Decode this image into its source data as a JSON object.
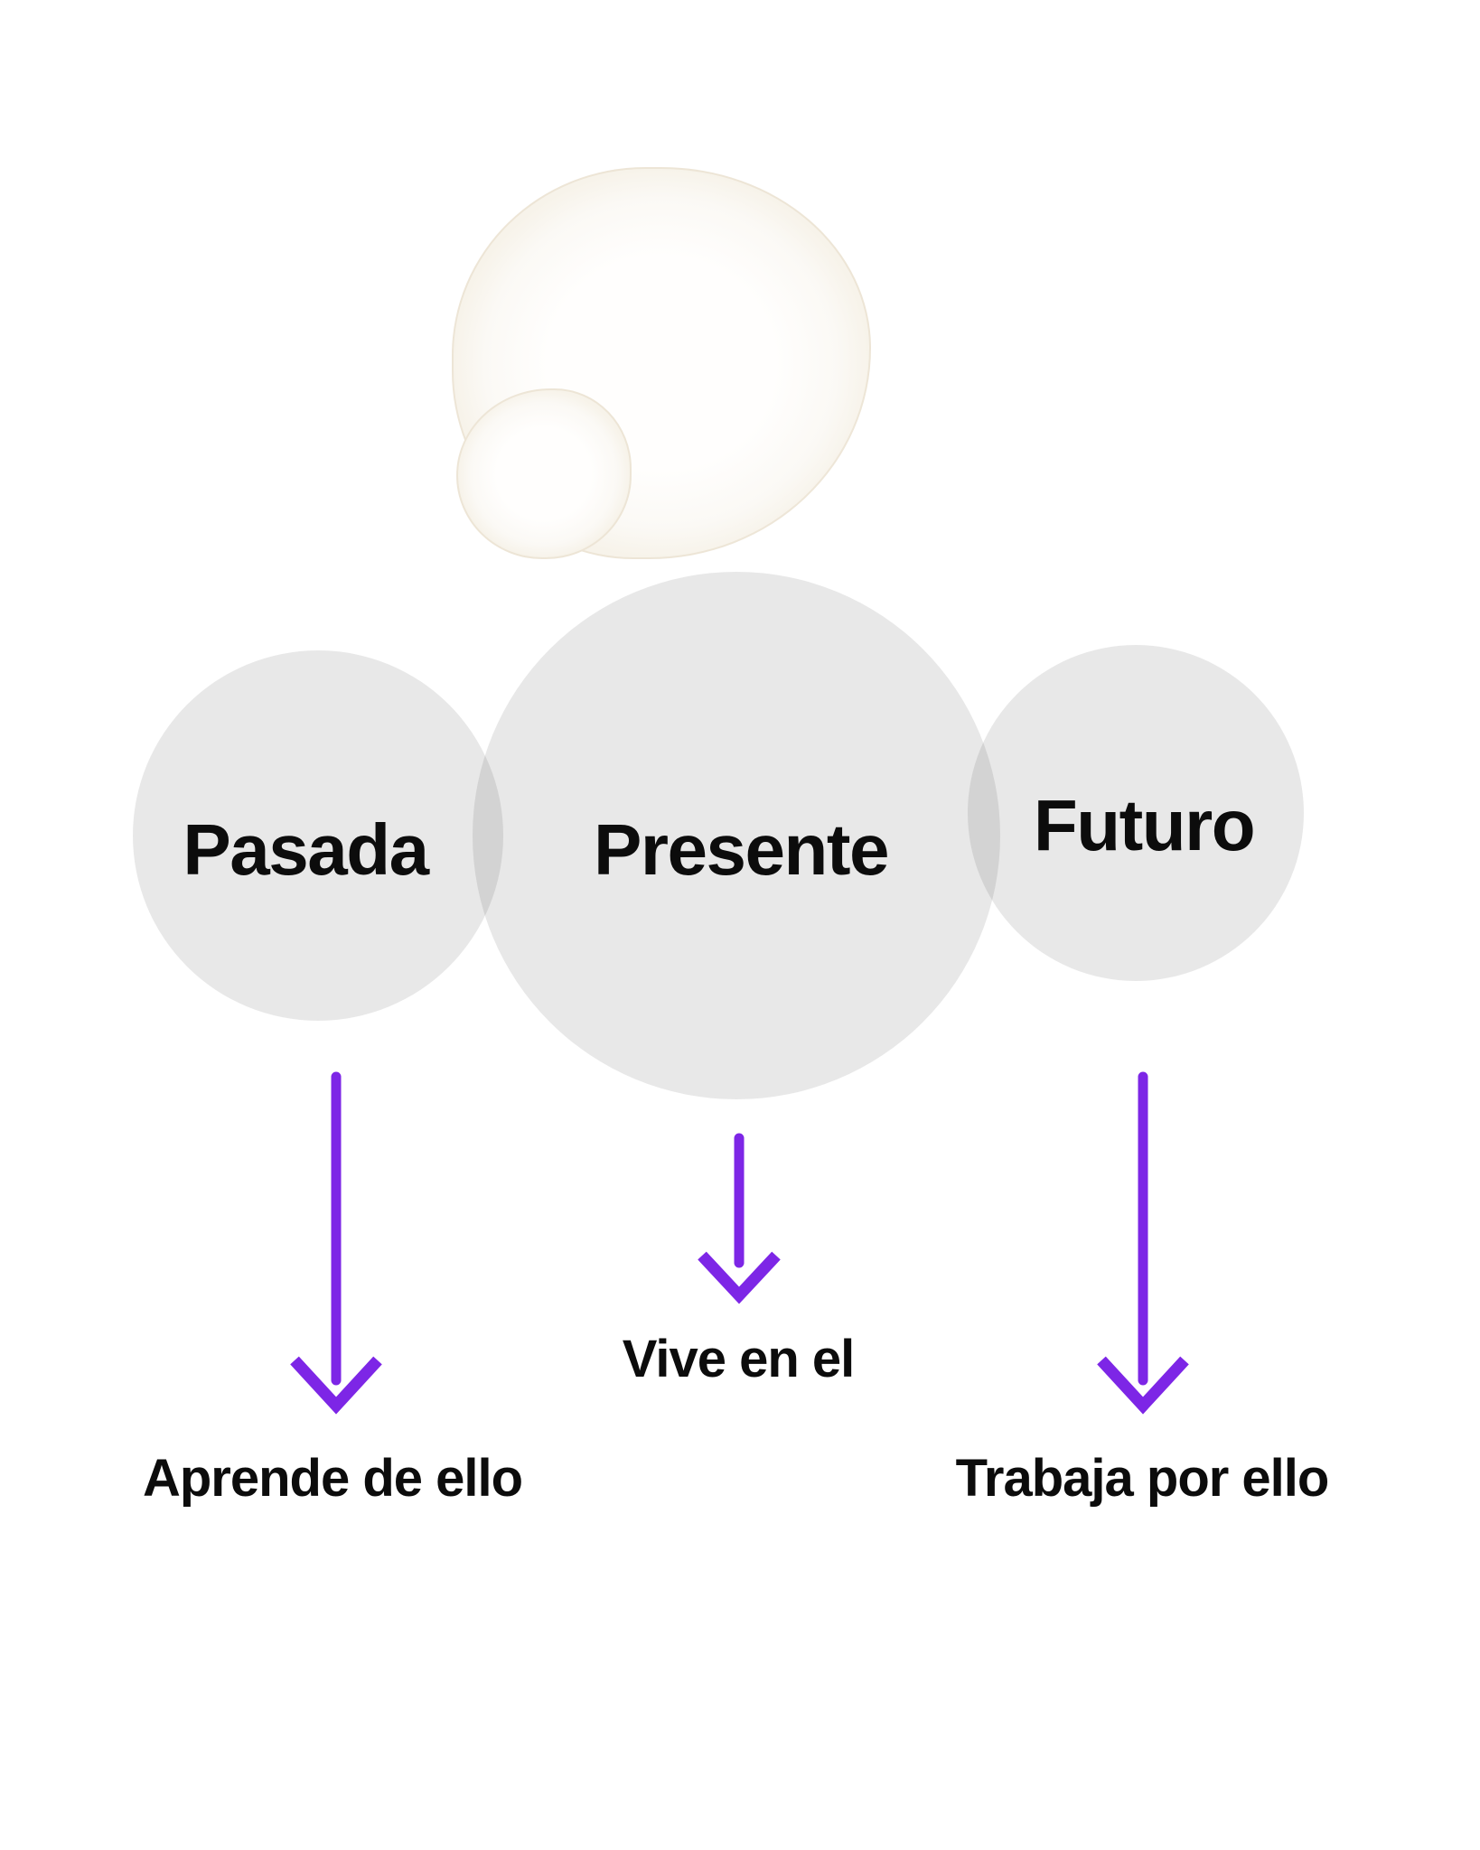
{
  "diagram": {
    "background": "#ffffff",
    "text_color": "#0c0c0c",
    "circle_color": "#e4e4e4",
    "circle_overlap_color": "#d3d3d3",
    "arrow_color": "#7d26e6",
    "circles": [
      {
        "id": "past",
        "label": "Pasada"
      },
      {
        "id": "present",
        "label": "Presente"
      },
      {
        "id": "future",
        "label": "Futuro"
      }
    ],
    "captions": [
      {
        "for": "past",
        "text": "Aprende de ello"
      },
      {
        "for": "present",
        "text": "Vive en el"
      },
      {
        "for": "future",
        "text": "Trabaja por ello"
      }
    ],
    "icons": [
      {
        "name": "arrow-down-icon",
        "glyph": "↓",
        "count": 3
      }
    ]
  }
}
